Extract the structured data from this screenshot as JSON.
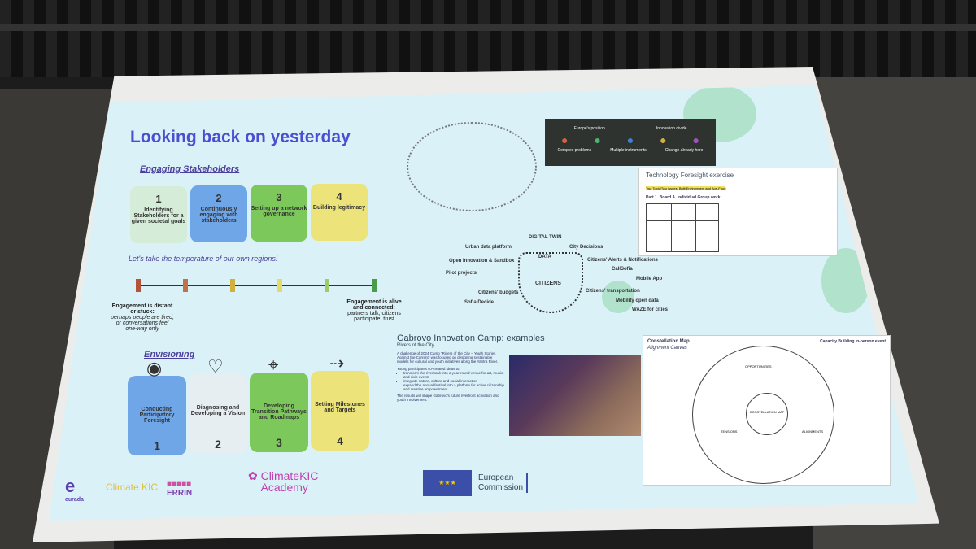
{
  "slide": {
    "title": "Looking back on yesterday",
    "engaging": {
      "heading": "Engaging Stakeholders",
      "steps": [
        {
          "n": "1",
          "label": "Identifying Stakeholders for a given societal goals",
          "color": "#d4ecd8"
        },
        {
          "n": "2",
          "label": "Continuously engaging with stakeholders",
          "color": "#6fa6e8"
        },
        {
          "n": "3",
          "label": "Setting up a network governance",
          "color": "#7cc85a"
        },
        {
          "n": "4",
          "label": "Building legitimacy",
          "color": "#ece47a"
        }
      ]
    },
    "temperature": {
      "prompt": "Let's take the temperature of our own regions!",
      "left_bold": "Engagement is distant or stuck:",
      "left_text": "perhaps people are tired, or conversations feel one-way only",
      "right_bold": "Engagement is alive and connected:",
      "right_text": "partners talk, citizens participate, trust",
      "tick_colors": [
        "#b5533a",
        "#c0704a",
        "#d2b040",
        "#e2dc6a",
        "#9ccc6a",
        "#4c9a4c"
      ]
    },
    "envisioning": {
      "heading": "Envisioning",
      "steps": [
        {
          "n": "1",
          "label": "Conducting Participatory Foresight",
          "color": "#6fa6e8",
          "icon": "eye-icon"
        },
        {
          "n": "2",
          "label": "Diagnosing and Developing a Vision",
          "color": "#e6eef2",
          "icon": "heartbeat-icon"
        },
        {
          "n": "3",
          "label": "Developing Transition Pathways and Roadmaps",
          "color": "#7cc85a",
          "icon": "map-pins-icon"
        },
        {
          "n": "4",
          "label": "Setting Milestones and Targets",
          "color": "#ece47a",
          "icon": "milestone-path-icon"
        }
      ]
    },
    "logos": {
      "eurada": "eurada",
      "climate_kic": "Climate KIC",
      "errin": "ERRIN",
      "academy_1": "ClimateKIC",
      "academy_2": "Academy",
      "ec_1": "European",
      "ec_2": "Commission"
    },
    "europe_panel": {
      "labels": [
        "Europe's position",
        "Innovation divide",
        "Complex problems",
        "Multiple instruments",
        "Change already here"
      ]
    },
    "foresight": {
      "title": "Technology Foresight exercise",
      "highlight": "Two Topic/Two issues: Built Environment and Agri-Food",
      "part": "Part 1. Board A. Individual Group work"
    },
    "digital_twin": {
      "top": "DIGITAL TWIN",
      "data": "DATA",
      "center": "CITIZENS",
      "left": [
        "Urban data platform",
        "Open Innovation & Sandbox",
        "Pilot projects",
        "Citizens' budgets",
        "Sofia Decide"
      ],
      "right": [
        "City Decisions",
        "Citizens' Alerts & Notifications",
        "CallSofia",
        "Mobile App",
        "Citizens' transportation",
        "Mobility open data",
        "WAZE for cities"
      ]
    },
    "gabrovo": {
      "title": "Gabrovo Innovation Camp: examples",
      "subtitle": "Rivers of the City",
      "intro": "A challenge of 2024 Camp \"Rivers of the City – Youth Stories Against the Current\" was focused on designing sustainable models for cultural and youth initiatives along the Yantra River.",
      "ideas_intro": "Young participants co-created ideas to:",
      "ideas": [
        "transform the riverbank into a year-round venue for art, music, and civic events",
        "integrate nature, culture and social interaction",
        "expand the annual festival into a platform for active citizenship and creative empowerment"
      ],
      "outro": "The results will shape Gabrovo's future riverfront activation and youth involvement."
    },
    "constellation": {
      "title": "Constellation Map",
      "subtitle": "Alignment Canvas",
      "header": "Capacity Building in-person event",
      "center": "CONSTELLATION MAP",
      "sections": [
        "OPPORTUNITIES",
        "TENSIONS",
        "ALIGNMENTS"
      ]
    }
  }
}
